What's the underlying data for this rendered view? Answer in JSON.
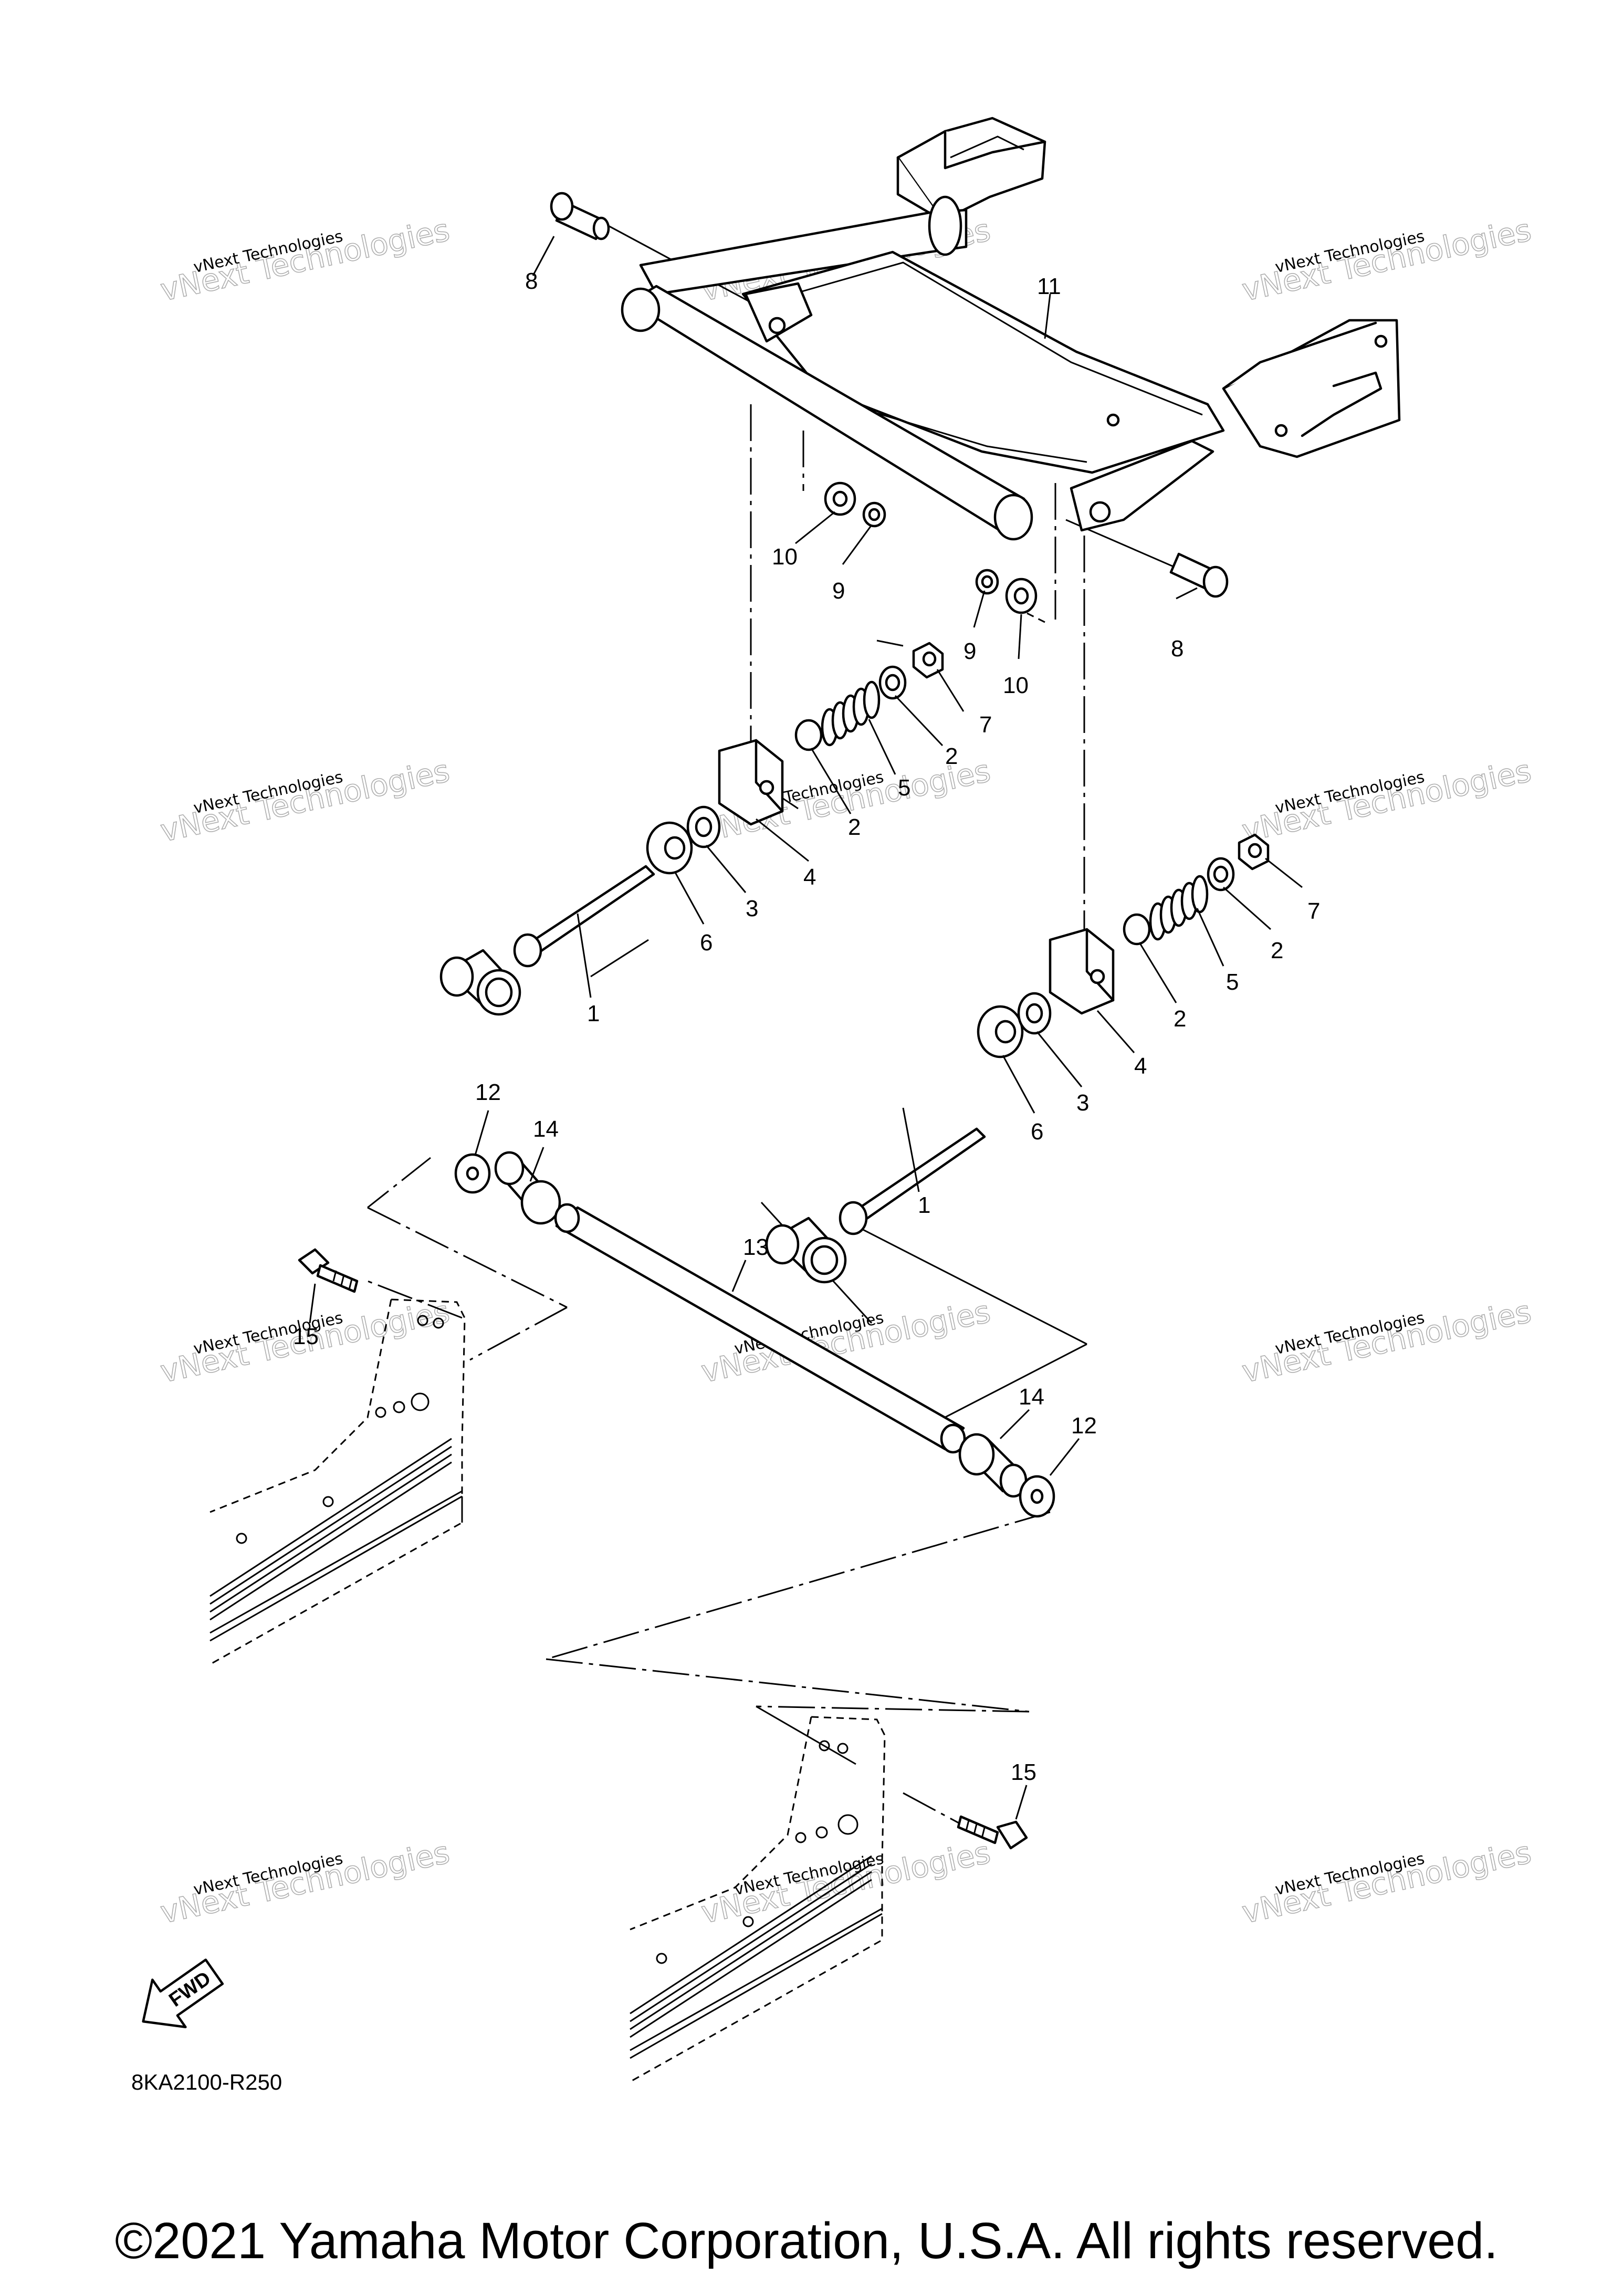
{
  "diagram": {
    "code": "8KA2100-R250",
    "fwd_label": "FWD",
    "callouts": [
      "1",
      "2",
      "3",
      "4",
      "5",
      "6",
      "7",
      "8",
      "9",
      "10",
      "11",
      "12",
      "13",
      "14",
      "15"
    ]
  },
  "watermark": {
    "line1": "vNext Technologies",
    "line2": "vNext Technologies"
  },
  "copyright": "©2021 Yamaha Motor Corporation, U.S.A. All rights reserved."
}
